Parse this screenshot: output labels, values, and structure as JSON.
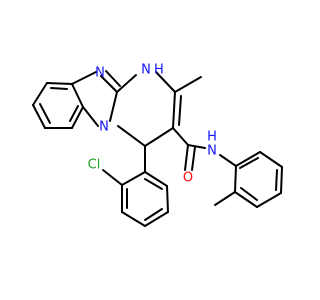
{
  "diagram": {
    "type": "skeletal-structure",
    "atom_labels": {
      "n_imine": "N",
      "nh": "N",
      "h": "H",
      "n_ring": "N",
      "n_amide": "N",
      "h_amide": "H",
      "o": "O",
      "cl": "Cl"
    },
    "colors": {
      "bond": "#000000",
      "nitrogen": "#1414ff",
      "oxygen": "#ff0d0d",
      "chlorine": "#1fa01f"
    }
  }
}
